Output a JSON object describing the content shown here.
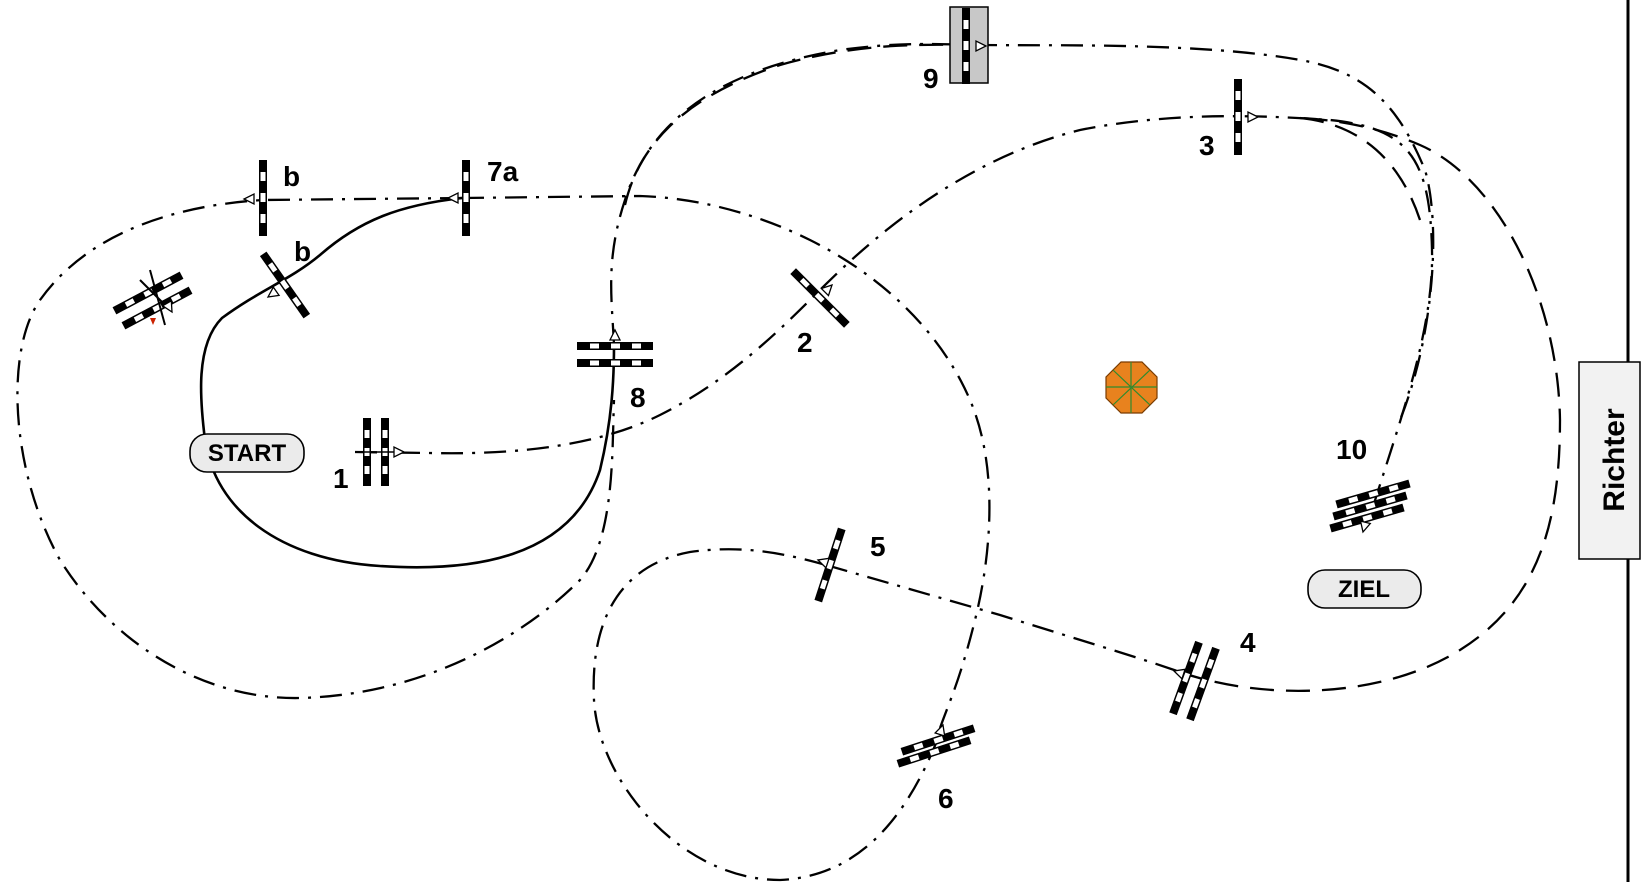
{
  "start_label": "START",
  "finish_label": "ZIEL",
  "judge_label": "Richter",
  "obstacles": {
    "o1": "1",
    "o2": "2",
    "o3": "3",
    "o4": "4",
    "o5": "5",
    "o6": "6",
    "o7a": "7a",
    "o7b_1": "b",
    "o7b_2": "b",
    "o8": "8",
    "o9": "9",
    "o10": "10"
  },
  "colors": {
    "umbrella_fill": "#E8821E",
    "umbrella_spokes": "#2E8B2E",
    "water_box": "#C8C8C8",
    "pill_fill": "#EBEBEB",
    "judge_box": "#F2F2F2"
  }
}
